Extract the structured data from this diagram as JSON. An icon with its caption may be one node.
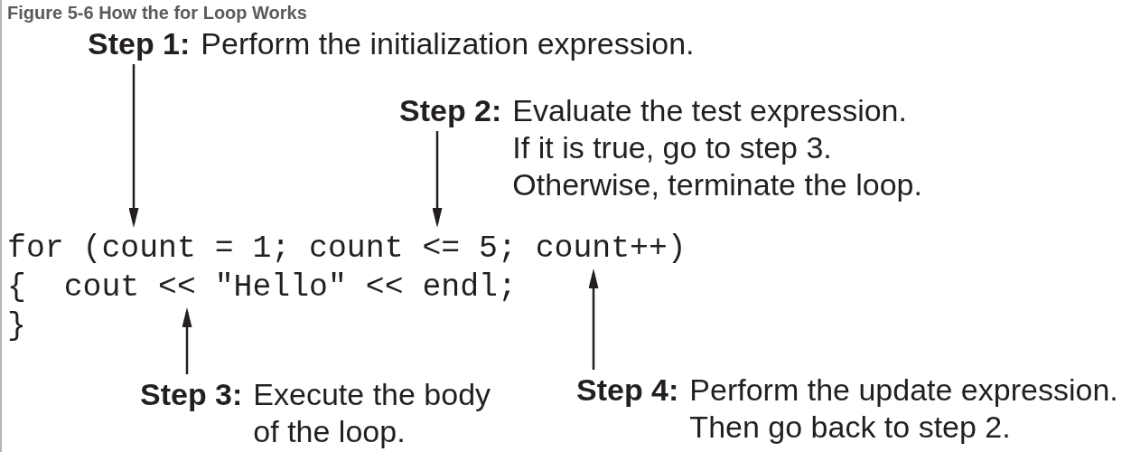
{
  "diagram": {
    "title": "Figure 5-6 How the for Loop Works",
    "nodes": [
      {
        "text": [
          "Step 1:",
          "Perform the initialization expression."
        ]
      },
      {
        "text": [
          "Step 2:",
          "Evaluate the test expression.",
          "If it is true, go to step 3.",
          "Otherwise, terminate the loop."
        ]
      },
      {
        "text": [
          "for (count = 1; count <= 5; count++)"
        ]
      },
      {
        "text": [
          "{  cout << \"Hello\" << endl;"
        ]
      },
      {
        "text": [
          "}"
        ]
      },
      {
        "text": [
          "Step 3:",
          "Execute the body of the loop."
        ]
      },
      {
        "text": [
          "Step 4:",
          "Perform the update expression.",
          "Then go back to step 2."
        ]
      }
    ],
    "edges": [
      {
        "from": 0,
        "to": 2,
        "arrow": "to"
      },
      {
        "from": 1,
        "to": 2,
        "arrow": "to"
      },
      {
        "from": 5,
        "to": 3,
        "arrow": "to"
      },
      {
        "from": 6,
        "to": 2,
        "arrow": "to"
      }
    ]
  }
}
